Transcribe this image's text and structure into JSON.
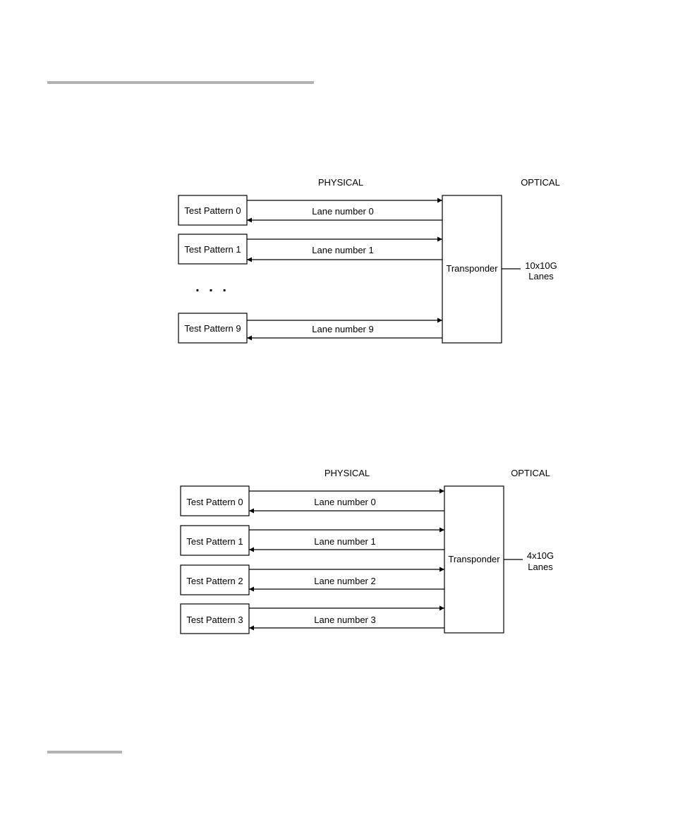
{
  "diagram_top": {
    "header_physical": "PHYSICAL",
    "header_optical": "OPTICAL",
    "lanes": [
      {
        "pattern": "Test Pattern 0",
        "lane": "Lane number 0"
      },
      {
        "pattern": "Test Pattern 1",
        "lane": "Lane number 1"
      },
      {
        "pattern": "Test Pattern 9",
        "lane": "Lane number 9"
      }
    ],
    "ellipsis": ". . .",
    "transponder": "Transponder",
    "output_line1": "10x10G",
    "output_line2": "Lanes"
  },
  "diagram_bottom": {
    "header_physical": "PHYSICAL",
    "header_optical": "OPTICAL",
    "lanes": [
      {
        "pattern": "Test Pattern 0",
        "lane": "Lane number 0"
      },
      {
        "pattern": "Test Pattern 1",
        "lane": "Lane number 1"
      },
      {
        "pattern": "Test Pattern 2",
        "lane": "Lane number 2"
      },
      {
        "pattern": "Test Pattern 3",
        "lane": "Lane number 3"
      }
    ],
    "transponder": "Transponder",
    "output_line1": "4x10G",
    "output_line2": "Lanes"
  }
}
